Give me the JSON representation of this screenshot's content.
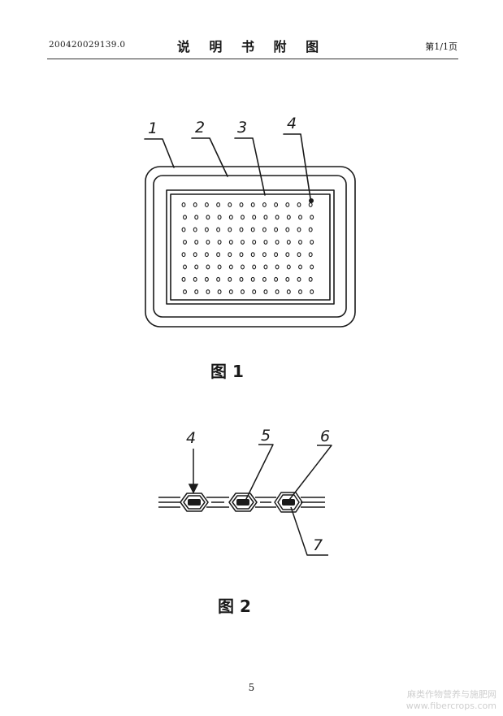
{
  "header": {
    "patent_number": "200420029139.0",
    "title": "说 明 书 附 图",
    "page_of": "第1/1页"
  },
  "figure1": {
    "caption": "图 1",
    "labels": [
      "1",
      "2",
      "3",
      "4"
    ],
    "dot_rows": 8,
    "dot_cols": 12
  },
  "figure2": {
    "caption": "图 2",
    "labels": [
      "4",
      "5",
      "6",
      "7"
    ]
  },
  "footer": {
    "page_number": "5"
  },
  "watermark": {
    "line1": "麻类作物营养与施肥网",
    "line2": "www.fibercrops.com"
  },
  "colors": {
    "ink": "#1a1a1a"
  }
}
